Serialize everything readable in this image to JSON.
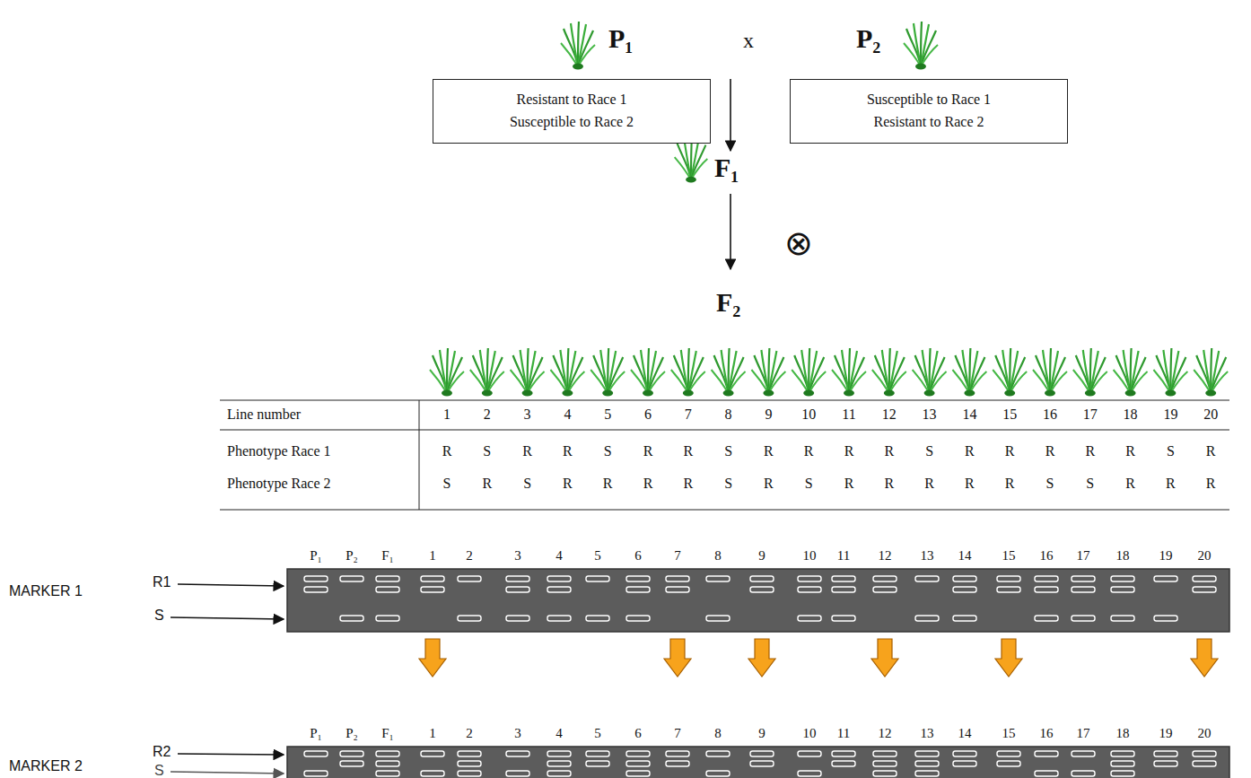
{
  "diagram": {
    "nodes": [
      {
        "text": [
          "Resistant to Race 1",
          "Susceptible to Race 2"
        ]
      },
      {
        "text": [
          "Susceptible to Race 1",
          "Resistant  to Race 2"
        ]
      }
    ],
    "labels": [
      "P₁",
      "x",
      "P₂",
      "F₁",
      "⊗",
      "F₂",
      "Line number",
      "1",
      "2",
      "3",
      "4",
      "5",
      "6",
      "7",
      "8",
      "9",
      "10",
      "11",
      "12",
      "13",
      "14",
      "15",
      "16",
      "17",
      "18",
      "19",
      "20",
      "Phenotype Race 1",
      "R",
      "S",
      "R",
      "R",
      "S",
      "R",
      "R",
      "S",
      "R",
      "R",
      "R",
      "R",
      "S",
      "R",
      "R",
      "R",
      "R",
      "R",
      "S",
      "R",
      "Phenotype Race 2",
      "S",
      "R",
      "S",
      "R",
      "R",
      "R",
      "R",
      "S",
      "R",
      "S",
      "R",
      "R",
      "R",
      "R",
      "R",
      "S",
      "S",
      "R",
      "R",
      "R",
      "MARKER 1",
      "R1",
      "S",
      "P₁",
      "P₂",
      "F₁",
      "1",
      "2",
      "3",
      "4",
      "5",
      "6",
      "7",
      "8",
      "9",
      "10",
      "11",
      "12",
      "13",
      "14",
      "15",
      "16",
      "17",
      "18",
      "19",
      "20",
      "MARKER 2",
      "R2",
      "S",
      "P₁",
      "P₂",
      "F₁",
      "1",
      "2",
      "3",
      "4",
      "5",
      "6",
      "7",
      "8",
      "9",
      "10",
      "11",
      "12",
      "13",
      "14",
      "15",
      "16",
      "17",
      "18",
      "19",
      "20"
    ]
  }
}
